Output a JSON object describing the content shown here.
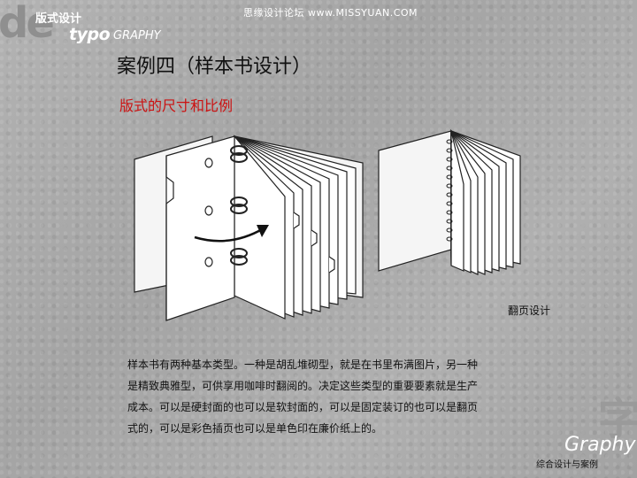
{
  "brand": {
    "big_letters": "de",
    "cn_label": "版式设计",
    "typo": "typo",
    "graphy": "GRAPHY"
  },
  "watermark": "思缘设计论坛 www.MISSYUAN.COM",
  "title": "案例四（样本书设计）",
  "subtitle": "版式的尺寸和比例",
  "figure_caption": "翻页设计",
  "body_lines": [
    "样本书有两种基本类型。一种是胡乱堆砌型，就是在书里布满图片，另一种",
    "是精致典雅型，可供享用咖啡时翻阅的。决定这些类型的重要要素就是生产",
    "成本。可以是硬封面的也可以是软封面的，可以是固定装订的也可以是翻页",
    "式的，可以是彩色插页也可以是单色印在廉价纸上的。"
  ],
  "corner": {
    "glyph": "字",
    "graphy": "Graphy"
  },
  "footer": "综合设计与案例"
}
